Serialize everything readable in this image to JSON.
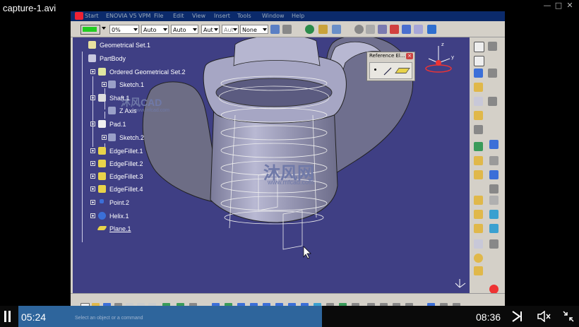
{
  "player": {
    "title": "capture-1.avi",
    "current_time": "05:24",
    "total_time": "08:36",
    "progress": 0.63
  },
  "catia": {
    "menu": [
      "Start",
      "ENOVIA V5 VPM",
      "File",
      "Edit",
      "View",
      "Insert",
      "Tools",
      "Window",
      "Help"
    ],
    "toolbar": {
      "color_swatch": "#22cc22",
      "transparency": "0%",
      "line_type": "Auto",
      "line_weight": "Auto",
      "point_style": "Aut",
      "extra": "Aut",
      "layer": "None"
    },
    "tree": [
      {
        "label": "Geometrical Set.1",
        "icon": "geometrical-set-icon"
      },
      {
        "label": "PartBody",
        "icon": "partbody-icon"
      },
      {
        "label": "Ordered Geometrical Set.2",
        "icon": "ordered-set-icon"
      },
      {
        "label": "Sketch.1",
        "icon": "sketch-icon"
      },
      {
        "label": "Shaft.1",
        "icon": "shaft-icon"
      },
      {
        "label": "Z Axis",
        "icon": "axis-icon"
      },
      {
        "label": "Pad.1",
        "icon": "pad-icon"
      },
      {
        "label": "Sketch.2",
        "icon": "sketch-icon"
      },
      {
        "label": "EdgeFillet.1",
        "icon": "fillet-icon"
      },
      {
        "label": "EdgeFillet.2",
        "icon": "fillet-icon"
      },
      {
        "label": "EdgeFillet.3",
        "icon": "fillet-icon"
      },
      {
        "label": "EdgeFillet.4",
        "icon": "fillet-icon"
      },
      {
        "label": "Point.2",
        "icon": "point-icon"
      },
      {
        "label": "Helix.1",
        "icon": "helix-icon"
      },
      {
        "label": "Plane.1",
        "icon": "plane-icon"
      }
    ],
    "reference_dialog": {
      "title": "Reference El..."
    },
    "compass_labels": {
      "z": "z",
      "y": "y"
    },
    "status_text": "Select an object or a command",
    "watermarks": [
      "沐风CAD",
      "www.mfcad.com",
      "沐风网",
      "www.mfcad.com"
    ]
  },
  "colors": {
    "viewport_bg": "#3f3f84",
    "part_face": "#a7a7c2",
    "accent": "#3575b6"
  }
}
